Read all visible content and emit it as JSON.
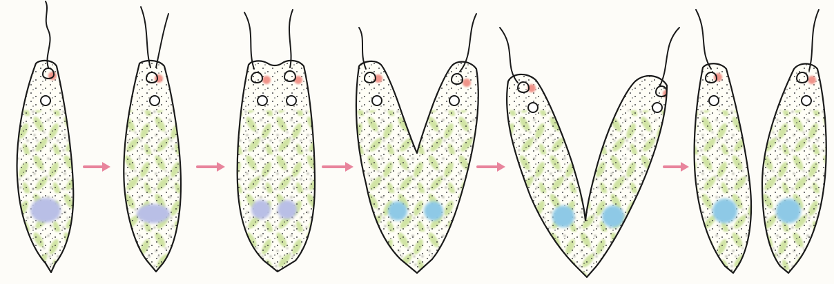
{
  "figure": {
    "stages": [
      {
        "id": "stage-1",
        "cells": 1,
        "nuclei": 1,
        "flagella": 1
      },
      {
        "id": "stage-2",
        "cells": 1,
        "nuclei": 1,
        "flagella": 2
      },
      {
        "id": "stage-3",
        "cells": 1,
        "nuclei": 2,
        "flagella": 2
      },
      {
        "id": "stage-4",
        "cells": 1,
        "nuclei": 2,
        "flagella": 2
      },
      {
        "id": "stage-5",
        "cells": 1,
        "nuclei": 2,
        "flagella": 2
      },
      {
        "id": "stage-6",
        "cells": 2,
        "nuclei": 2,
        "flagella": 2
      }
    ],
    "arrow_count": 5
  },
  "colors": {
    "outline": "#1a1a1a",
    "chloroplast": "#cfe3a0",
    "nucleus_early": "#b9bfe6",
    "nucleus_late": "#8ec9e6",
    "eyespot": "#f0948a",
    "arrow": "#e8849c",
    "background": "#fdfcf8"
  }
}
